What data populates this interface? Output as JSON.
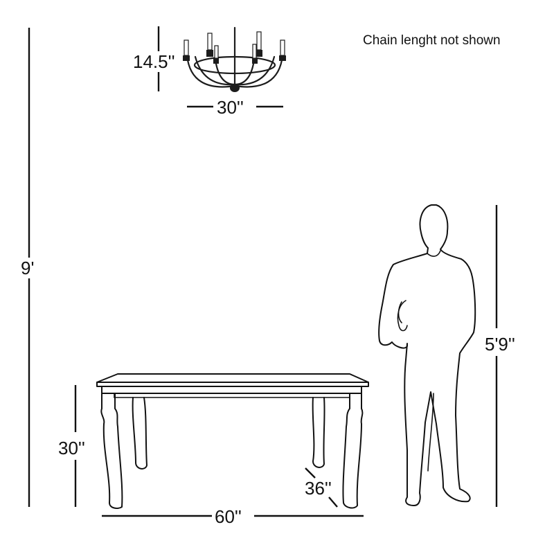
{
  "note": "Chain lenght not shown",
  "dimensions": {
    "ceiling_height": "9'",
    "fixture_height": "14.5''",
    "fixture_width": "30''",
    "table_height": "30''",
    "table_length": "60''",
    "table_depth": "36''",
    "person_height": "5'9''"
  }
}
